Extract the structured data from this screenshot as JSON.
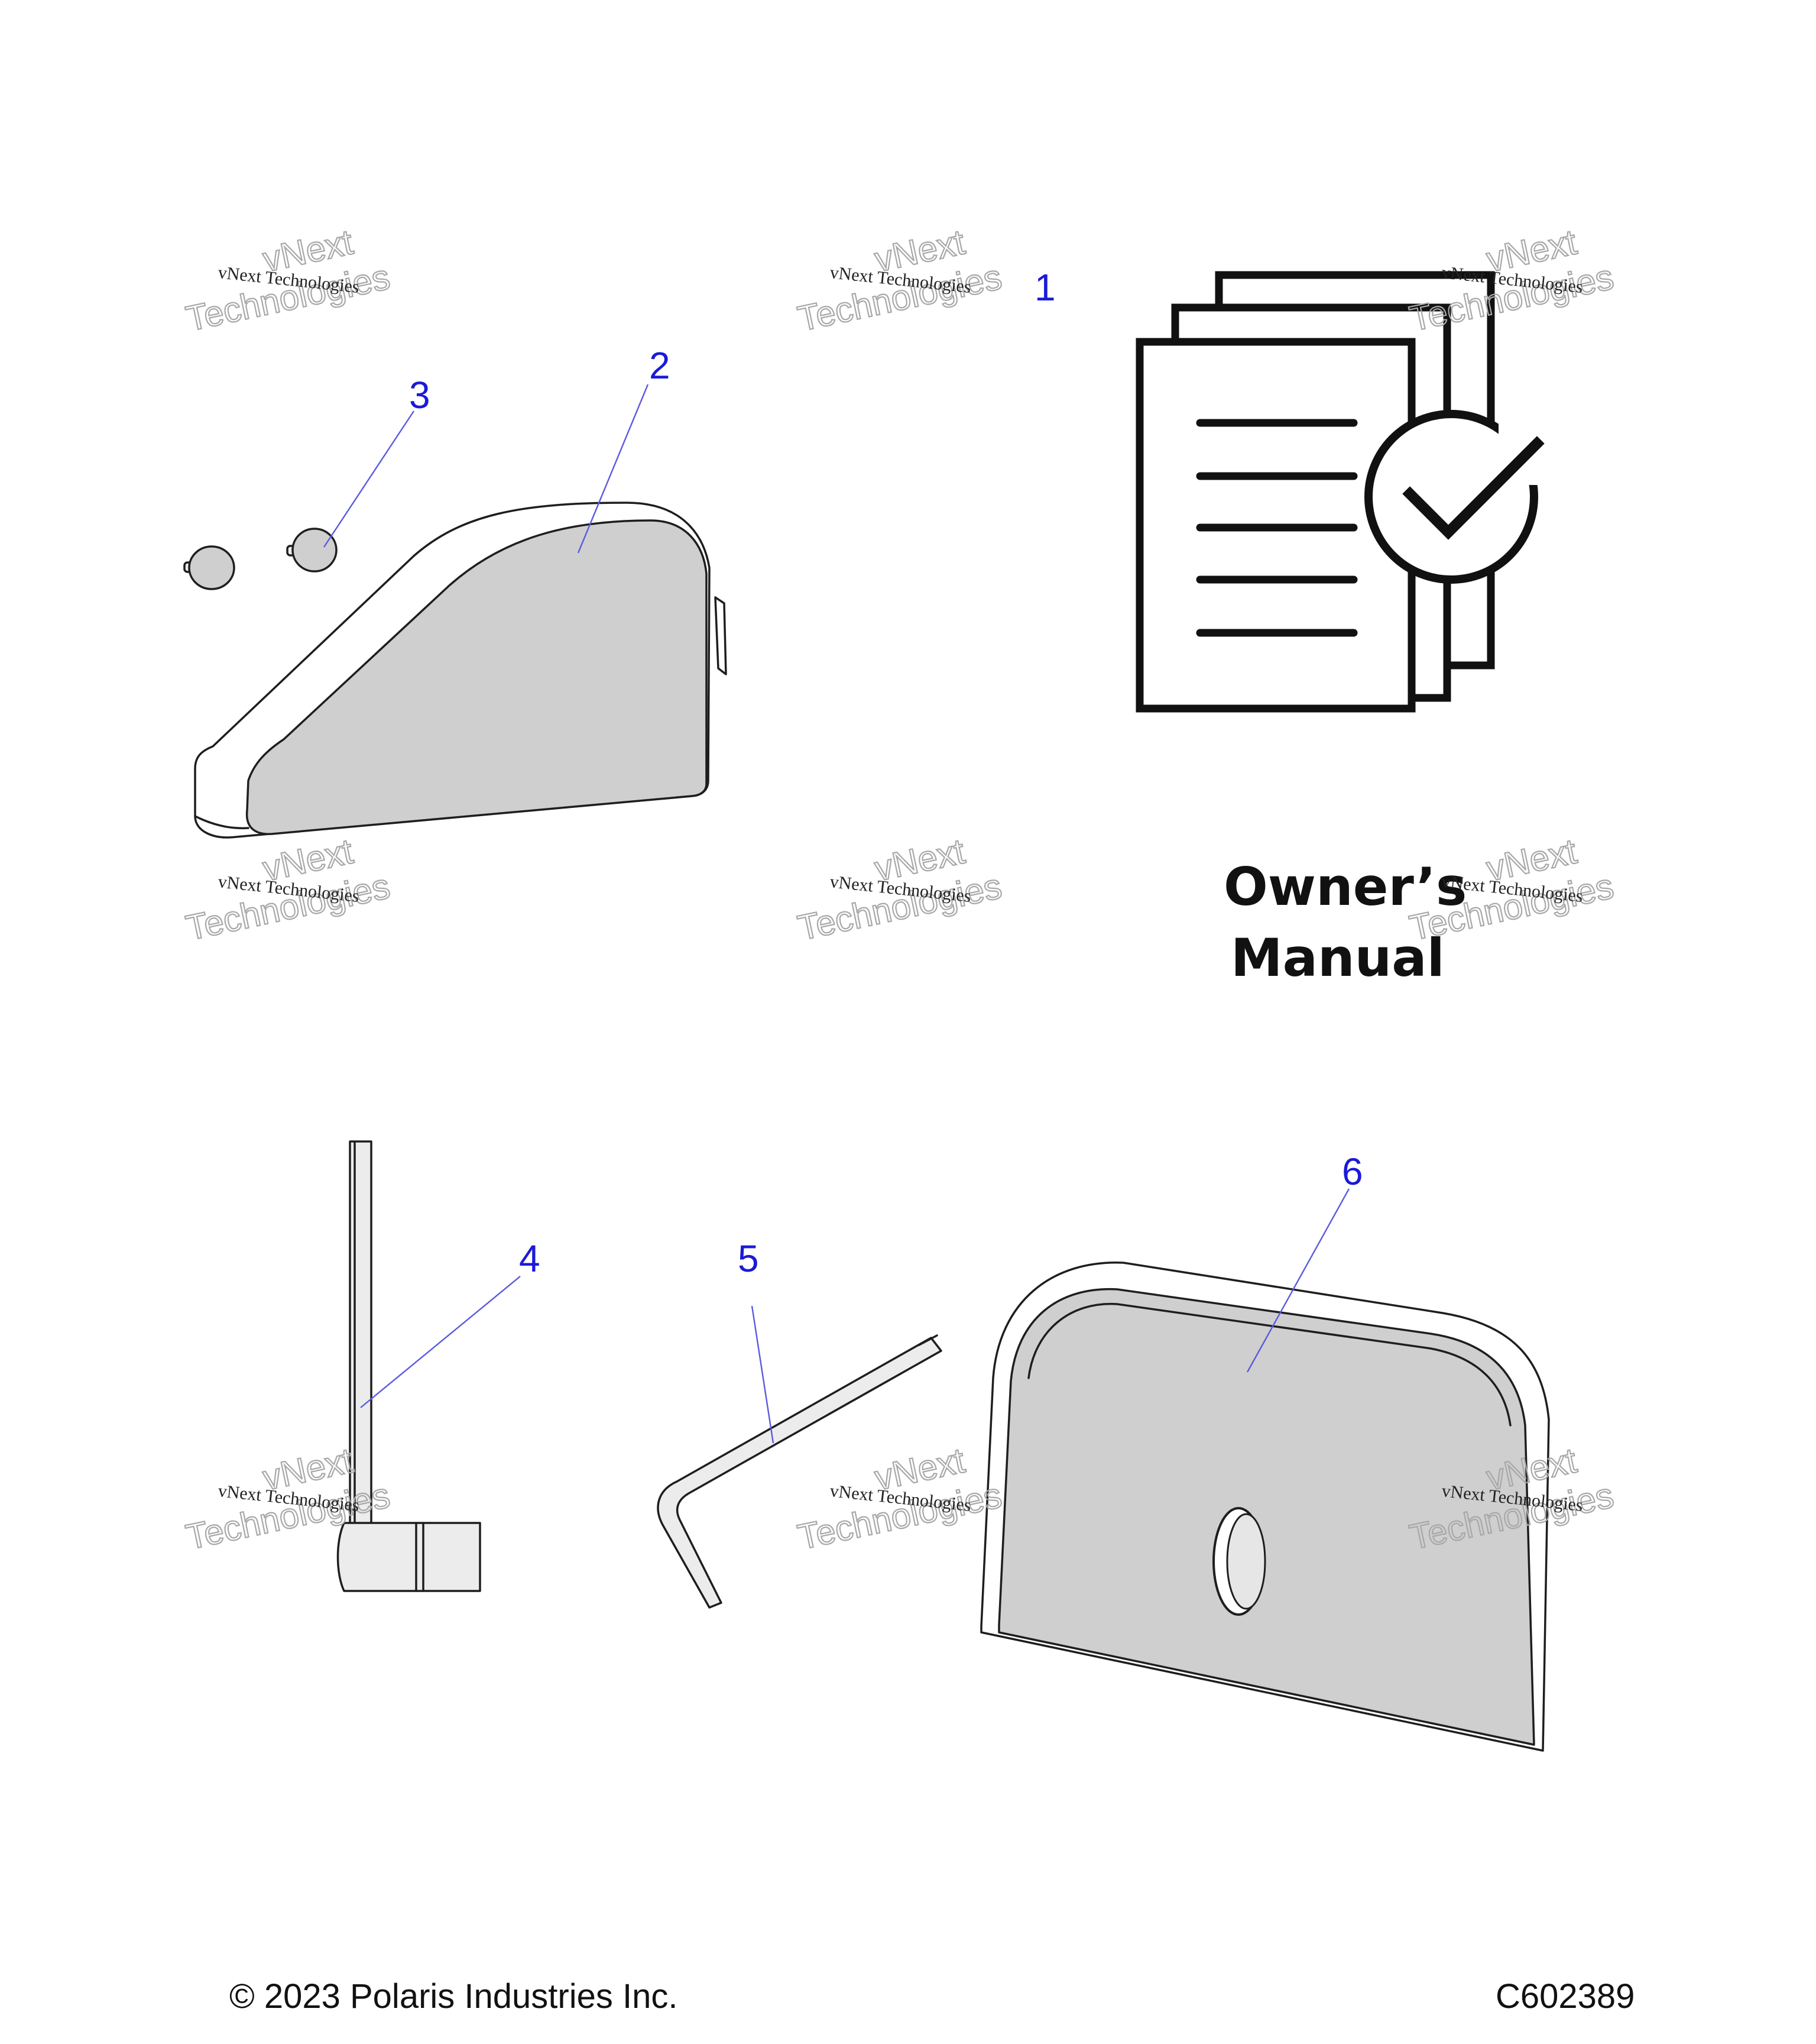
{
  "callouts": {
    "c1": "1",
    "c2": "2",
    "c3": "3",
    "c4": "4",
    "c5": "5",
    "c6": "6"
  },
  "manual_icon": {
    "line1": "Owner’s",
    "line2": "Manual"
  },
  "watermark": {
    "small": "vNext Technologies",
    "big_line1": "vNext",
    "big_line2": "Technologies"
  },
  "footer": {
    "copyright": "© 2023 Polaris Industries Inc.",
    "code": "C602389"
  },
  "icons": {
    "manual": "document-stack-check-icon"
  },
  "colors": {
    "callout": "#1a1ad8",
    "part_fill": "#cfcfcf",
    "outline": "#1e1e1e"
  }
}
